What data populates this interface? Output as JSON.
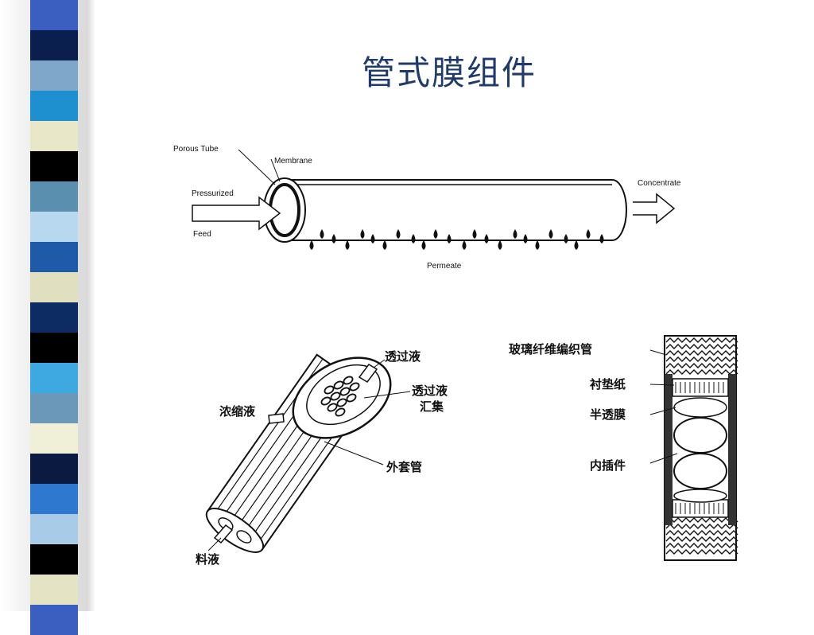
{
  "title": "管式膜组件",
  "colors": {
    "title": "#1f3b6d",
    "stripe_pattern": [
      "#3b5fc0",
      "#0a1f4e",
      "#7fa7c9",
      "#1e90d0",
      "#e8e8c8",
      "#000000",
      "#5b8fb0",
      "#b8d8f0",
      "#1f5aa8",
      "#e0e0c0",
      "#0d2c63",
      "#000000",
      "#3ea8e0",
      "#6b97b8",
      "#f0f0d8",
      "#0a1a40",
      "#2e78d0",
      "#a8cce8",
      "#000000",
      "#e4e4c4"
    ]
  },
  "diagram1": {
    "porous_tube": "Porous Tube",
    "membrane": "Membrane",
    "pressurized": "Pressurized",
    "feed": "Feed",
    "concentrate": "Concentrate",
    "permeate": "Permeate"
  },
  "diagram2": {
    "permeate": "透过液",
    "permeate_collect_1": "透过液",
    "permeate_collect_2": "汇集",
    "concentrate": "浓缩液",
    "outer_shell": "外套管",
    "feed": "料液"
  },
  "diagram3": {
    "fiberglass_tube": "玻璃纤维编织管",
    "liner_paper": "衬垫纸",
    "membrane": "半透膜",
    "insert": "内插件"
  }
}
